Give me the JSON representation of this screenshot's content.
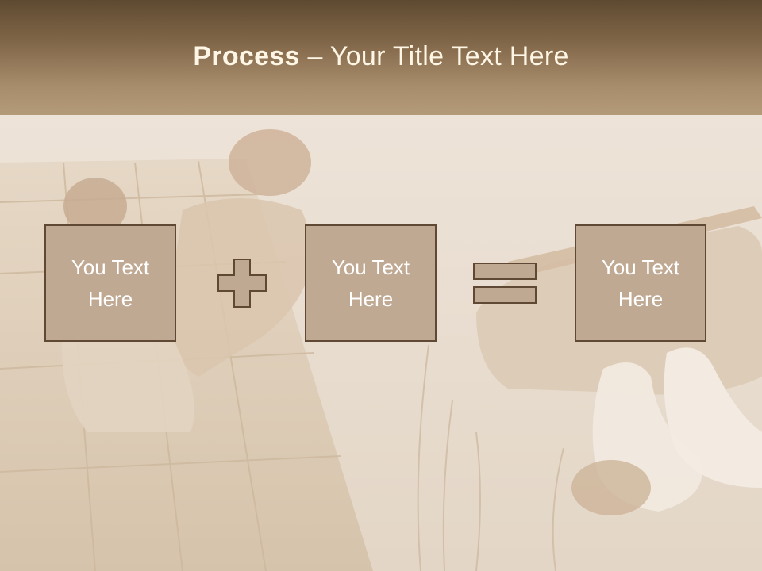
{
  "header": {
    "title_bold": "Process",
    "title_rest": " – Your Title Text Here"
  },
  "boxes": [
    {
      "text": "You Text\nHere"
    },
    {
      "text": "You Text\nHere"
    },
    {
      "text": "You Text\nHere"
    }
  ],
  "operators": [
    "plus-icon",
    "equals-icon"
  ],
  "colors": {
    "header_top": "#5e4a31",
    "header_bottom": "#b39a79",
    "box_fill": "#c0a993",
    "box_border": "#5f4935",
    "operator_fill": "#c0a993"
  }
}
